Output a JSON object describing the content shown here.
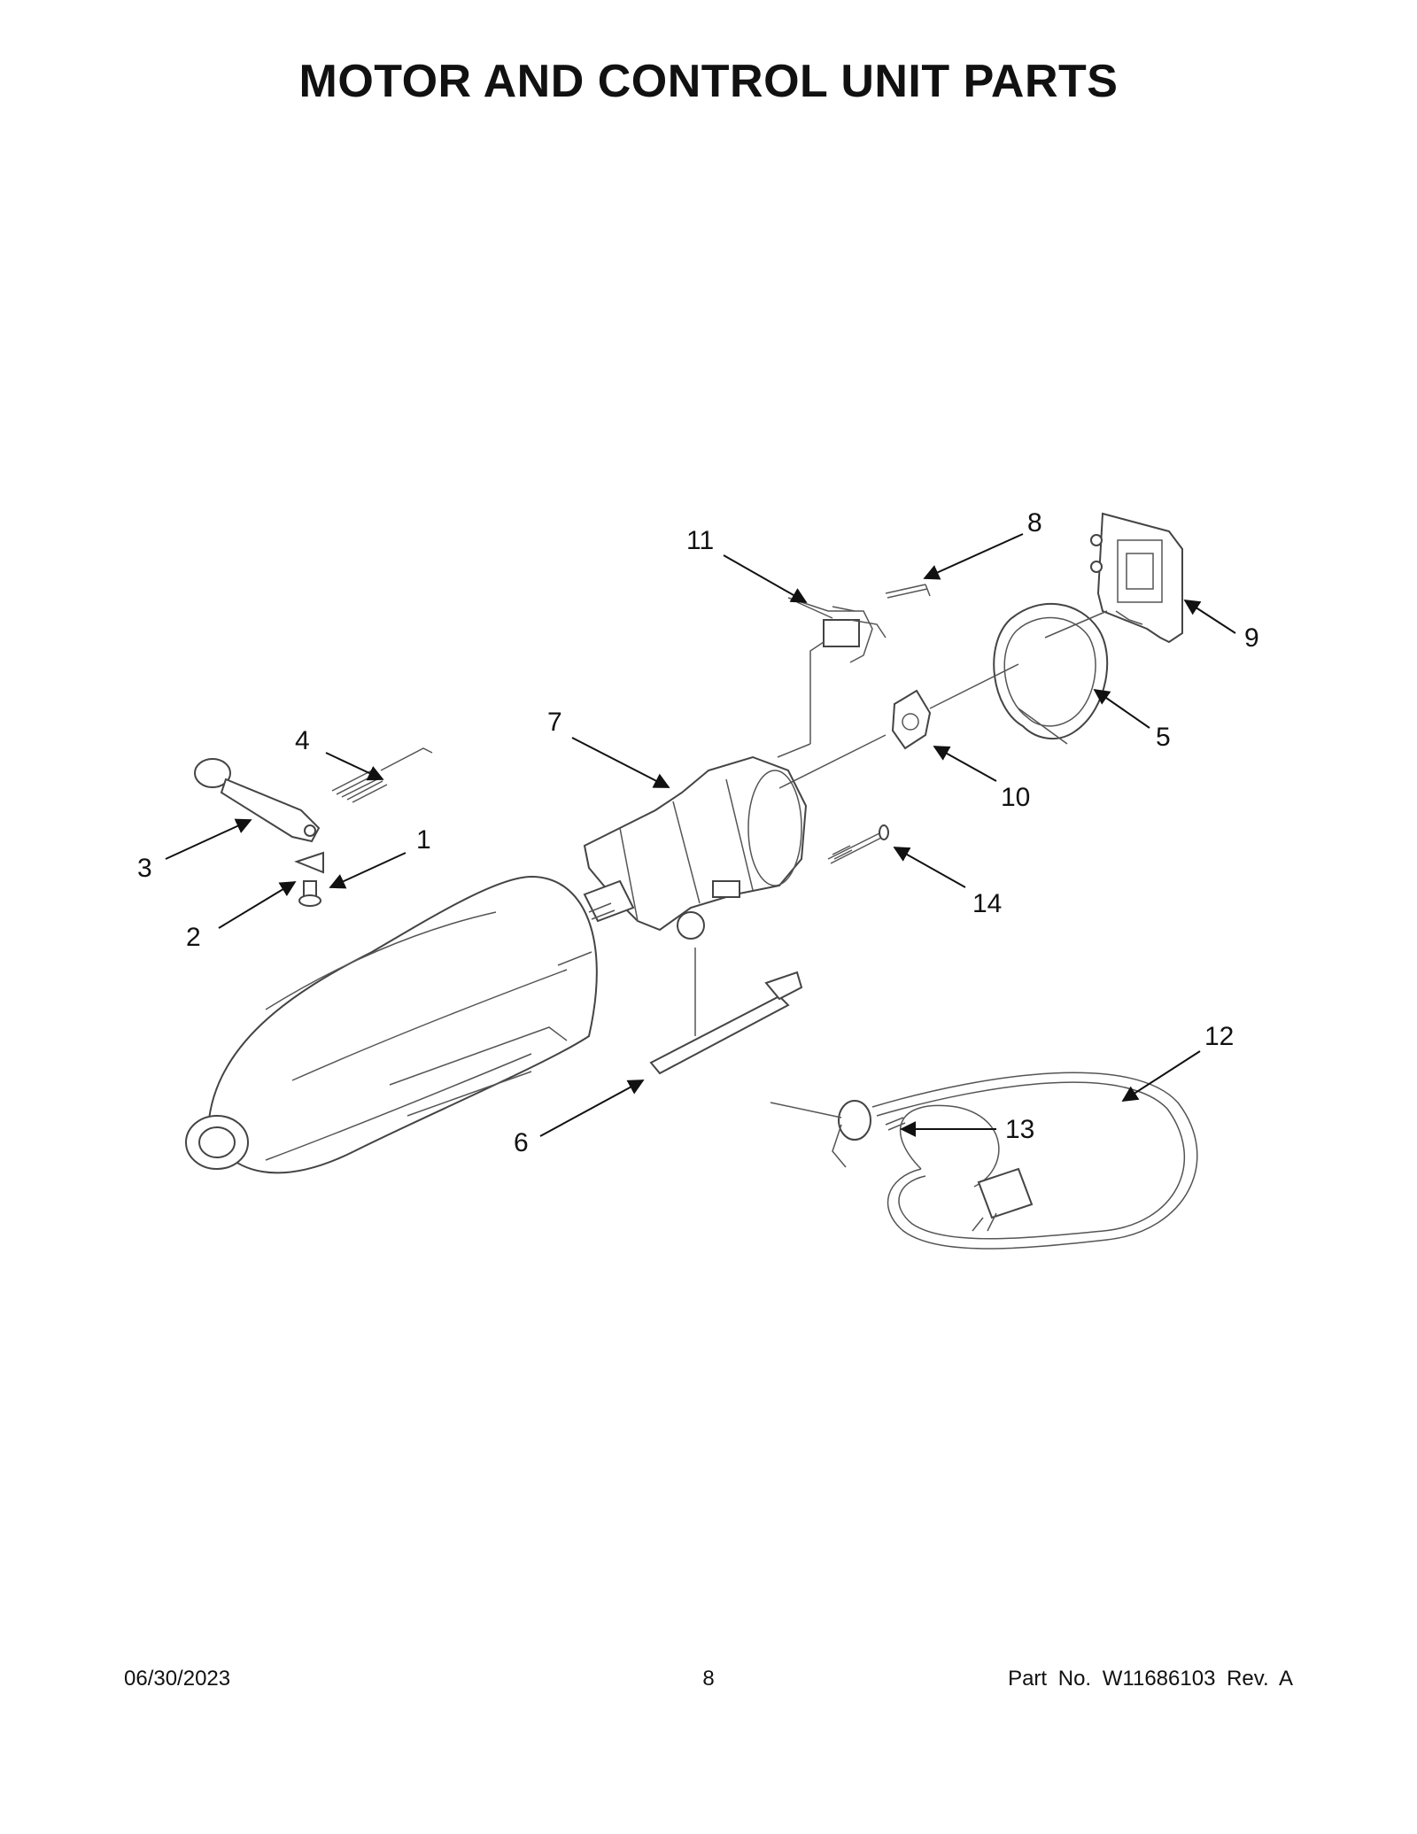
{
  "page": {
    "title": "MOTOR AND CONTROL UNIT PARTS"
  },
  "callouts": [
    "1",
    "2",
    "3",
    "4",
    "5",
    "6",
    "7",
    "8",
    "9",
    "10",
    "11",
    "12",
    "13",
    "14"
  ],
  "footer": {
    "date": "06/30/2023",
    "page_number": "8",
    "part_no": "Part No.  W11686103  Rev.  A"
  }
}
